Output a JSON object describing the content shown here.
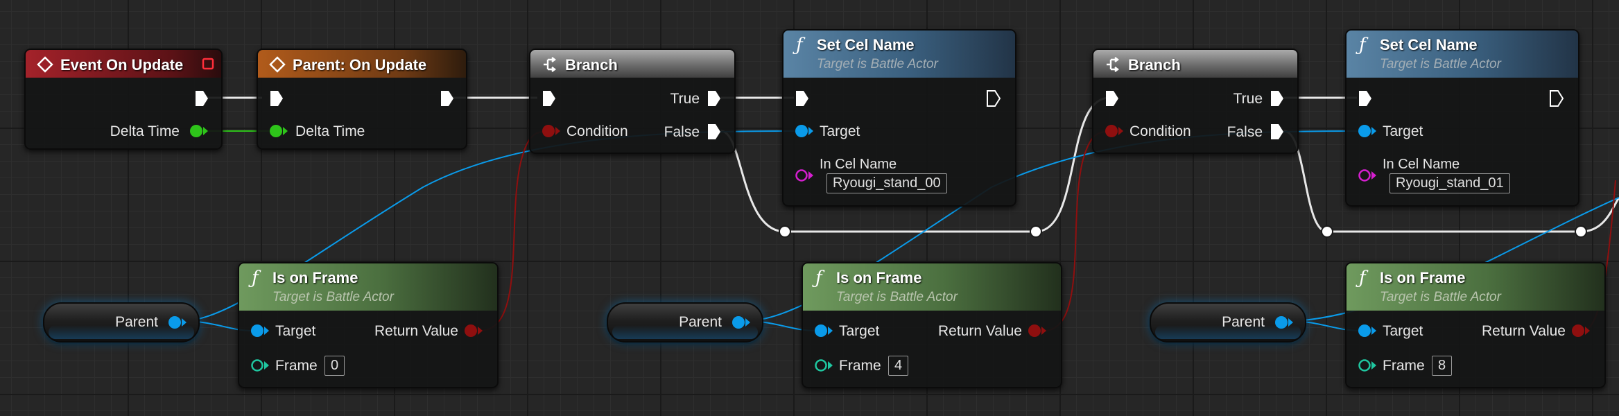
{
  "graph": {
    "event_node": {
      "title": "Event On Update",
      "output_label": "Delta Time"
    },
    "parent_event_node": {
      "title": "Parent: On Update",
      "input_label": "Delta Time"
    },
    "branch_nodes": [
      {
        "title": "Branch",
        "condition_label": "Condition",
        "true_label": "True",
        "false_label": "False"
      },
      {
        "title": "Branch",
        "condition_label": "Condition",
        "true_label": "True",
        "false_label": "False"
      }
    ],
    "set_cel_name_nodes": [
      {
        "title": "Set Cel Name",
        "subtitle": "Target is Battle Actor",
        "target_label": "Target",
        "cel_name_label": "In Cel Name",
        "cel_name_value": "Ryougi_stand_00"
      },
      {
        "title": "Set Cel Name",
        "subtitle": "Target is Battle Actor",
        "target_label": "Target",
        "cel_name_label": "In Cel Name",
        "cel_name_value": "Ryougi_stand_01"
      }
    ],
    "is_on_frame_nodes": [
      {
        "title": "Is on Frame",
        "subtitle": "Target is Battle Actor",
        "target_label": "Target",
        "return_label": "Return Value",
        "frame_label": "Frame",
        "frame_value": "0"
      },
      {
        "title": "Is on Frame",
        "subtitle": "Target is Battle Actor",
        "target_label": "Target",
        "return_label": "Return Value",
        "frame_label": "Frame",
        "frame_value": "4"
      },
      {
        "title": "Is on Frame",
        "subtitle": "Target is Battle Actor",
        "target_label": "Target",
        "return_label": "Return Value",
        "frame_label": "Frame",
        "frame_value": "8"
      }
    ],
    "parent_getters": [
      {
        "label": "Parent"
      },
      {
        "label": "Parent"
      },
      {
        "label": "Parent"
      }
    ]
  },
  "colors": {
    "exec_wire": "#e8e8e8",
    "object_pin": "#0a9bea",
    "bool_pin": "#8f0f0f",
    "float_pin": "#2ec41a",
    "string_pin": "#d61fd0",
    "int_pin": "#1fc7a0",
    "event_header": "#a4222a",
    "parent_event_header": "#b15b1b",
    "function_header_blue": "#5a84a5",
    "function_header_green": "#6f9a5e",
    "branch_header": "#8a8a8a"
  },
  "icons": {
    "event": "event-diamond-icon",
    "function": "function-f-icon",
    "branch": "branch-icon",
    "delegate": "delegate-square-icon"
  }
}
